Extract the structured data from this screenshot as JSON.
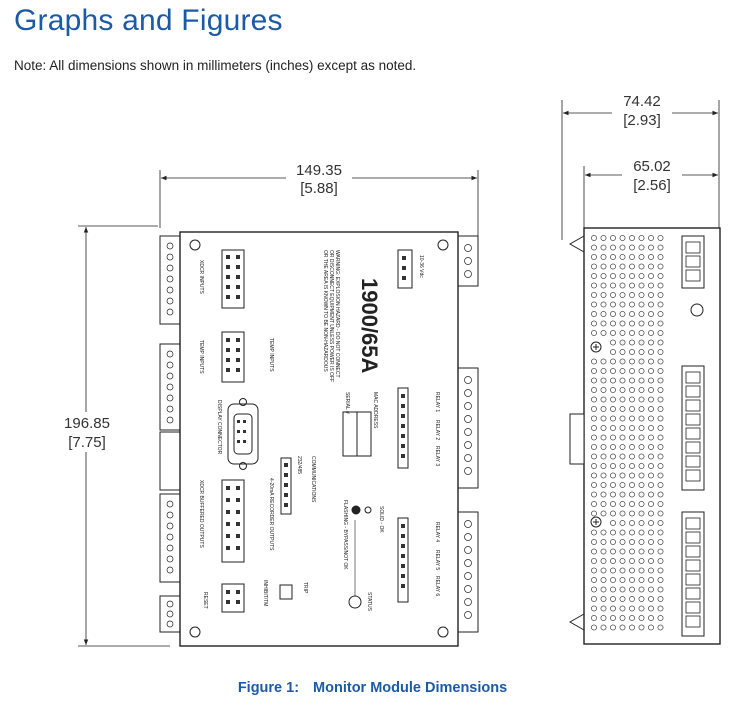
{
  "page": {
    "title": "Graphs and Figures",
    "note": "Note: All dimensions shown in millimeters (inches) except as noted."
  },
  "figure": {
    "dims": {
      "width_mm": "149.35",
      "width_in": "[5.88]",
      "height_mm": "196.85",
      "height_in": "[7.75]",
      "depth_mm": "74.42",
      "depth_in": "[2.93]",
      "depth2_mm": "65.02",
      "depth2_in": "[2.56]"
    },
    "board": {
      "model": "1900/65A",
      "warning_1": "WARNING: EXPLOSION HAZARD - DO NOT CONNECT",
      "warning_2": "OR DISCONNECT EQUIPMENT UNLESS POWER IS OFF",
      "warning_3": "OR THE AREA IS KNOWN TO BE NON-HAZARDOUS",
      "rly_pwr": "10-36 Vdc",
      "mac_address": "MAC ADDRESS",
      "serial": "SERIAL #",
      "xdcr_inputs": "XDCR INPUTS",
      "temp_inputs": "TEMP INPUTS",
      "temp_inputs_2": "TEMP INPUTS",
      "display_connector": "DISPLAY CONNECTOR",
      "communications": "COMMUNICATIONS",
      "rs232": "232/485",
      "recorder_outputs": "4-20mA RECORDER OUTPUTS",
      "buffered_outputs": "XDCR BUFFERED OUTPUTS",
      "relay1": "RELAY 1",
      "relay2": "RELAY 2",
      "relay3": "RELAY 3",
      "relay4": "RELAY 4",
      "relay5": "RELAY 5",
      "relay6": "RELAY 6",
      "status": "STATUS",
      "solid_ok": "SOLID - OK",
      "flashing": "FLASHING - BYPASS/NOT OK",
      "inhibit": "INHIBIT/TM",
      "reset": "RESET",
      "trip": "TRIP"
    },
    "caption_label": "Figure 1:",
    "caption_text": "Monitor Module Dimensions"
  }
}
